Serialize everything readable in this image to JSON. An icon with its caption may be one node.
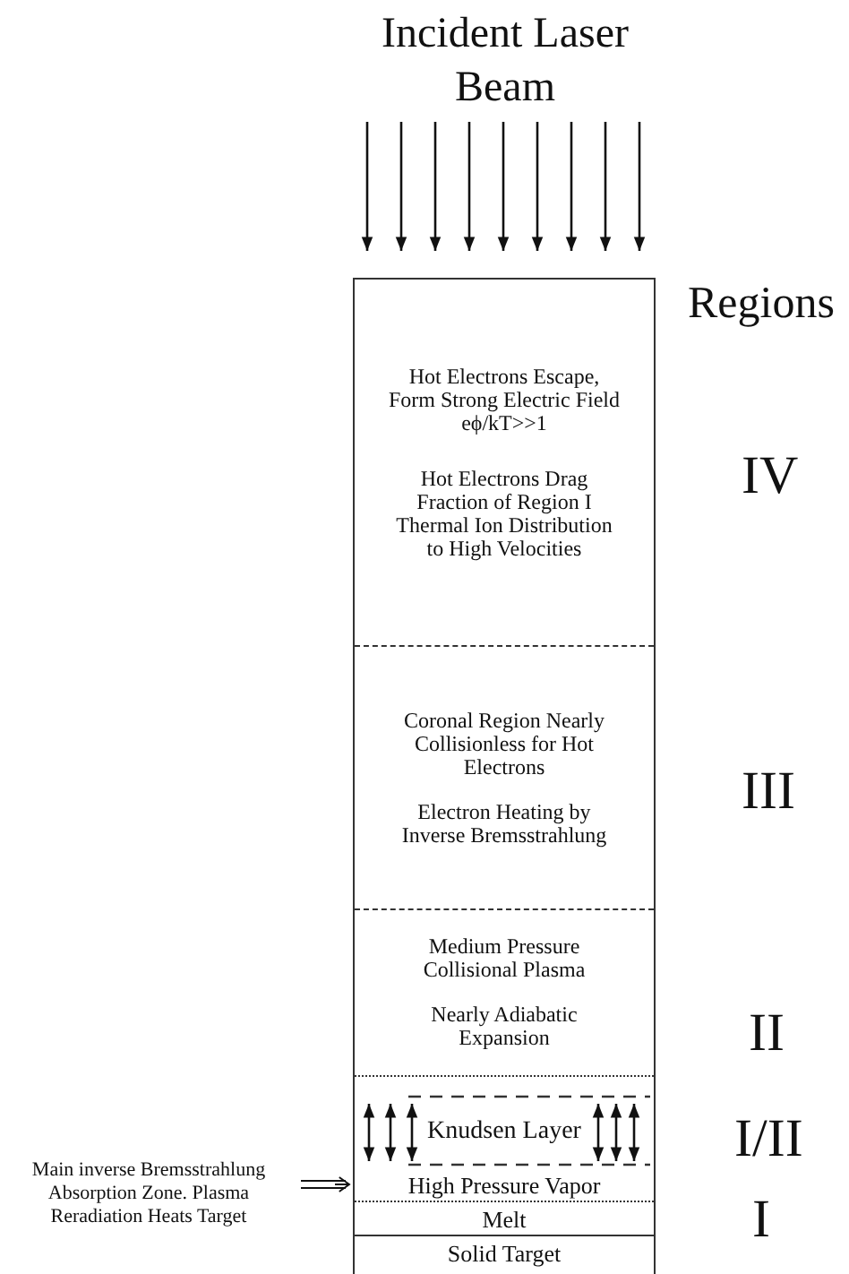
{
  "diagram": {
    "title": "Incident Laser Beam",
    "nodes": [
      {
        "text": [
          "Hot Electrons Escape, Form Strong Electric Field eϕ/kT>>1",
          "Hot Electrons Drag Fraction of Region I Thermal Ion Distribution to High Velocities"
        ]
      },
      {
        "text": [
          "Coronal Region Nearly Collisionless for Hot Electrons",
          "Electron Heating by Inverse Bremsstrahlung"
        ]
      },
      {
        "text": [
          "Medium Pressure Collisional Plasma",
          "Nearly Adiabatic Expansion"
        ]
      },
      {
        "text": [
          "Knudsen Layer"
        ]
      },
      {
        "text": [
          "High Pressure Vapor"
        ]
      },
      {
        "text": [
          "Melt"
        ]
      },
      {
        "text": [
          "Solid Target"
        ]
      },
      {
        "text": [
          "Main inverse Bremsstrahlung Absorption Zone. Plasma Reradiation Heats Target"
        ]
      }
    ],
    "edges": [
      {
        "from": 7,
        "to": 4,
        "arrow": "to"
      }
    ],
    "labels": [
      "Regions",
      "IV",
      "III",
      "II",
      "I/II",
      "I"
    ]
  }
}
